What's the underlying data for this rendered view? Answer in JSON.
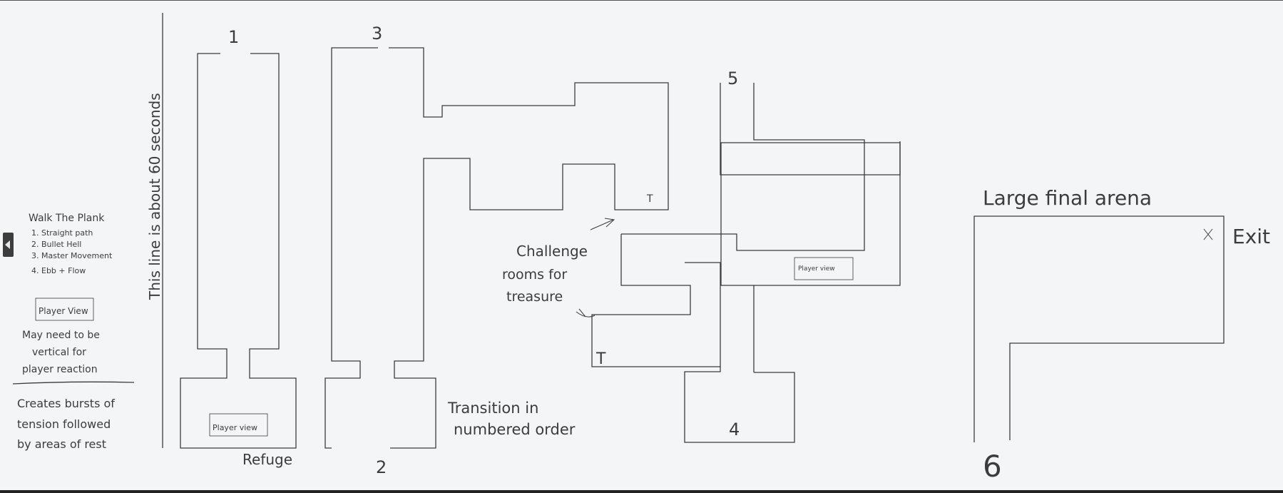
{
  "legend": {
    "title": "Walk The Plank",
    "items": [
      "1. Straight path",
      "2. Bullet Hell",
      "3. Master Movement",
      "4. Ebb + Flow"
    ],
    "player_view_label": "Player View",
    "note_lines": [
      "May need to be",
      "vertical for",
      "player reaction"
    ],
    "summary_lines": [
      "Creates bursts of",
      "tension followed",
      "by areas of rest"
    ]
  },
  "timeline_label": "This line is about 60 seconds",
  "rooms": {
    "room1_number": "1",
    "room2_number": "2",
    "room3_number": "3",
    "room4_number": "4",
    "room5_number": "5",
    "room6_number": "6"
  },
  "labels": {
    "player_view_refuge": "Player view",
    "refuge": "Refuge",
    "transition_lines": [
      "Transition in",
      "numbered order"
    ],
    "challenge_lines": [
      "Challenge",
      "rooms for",
      "treasure"
    ],
    "treasure_a": "T",
    "treasure_b": "T",
    "player_view_room5": "Player view",
    "final_arena": "Large final arena",
    "exit_mark": "X",
    "exit": "Exit"
  },
  "colors": {
    "background": "#f4f5f6",
    "stroke": "#3c3c3c"
  },
  "controls": {
    "side_panel_toggle": "collapse-panel-icon"
  }
}
